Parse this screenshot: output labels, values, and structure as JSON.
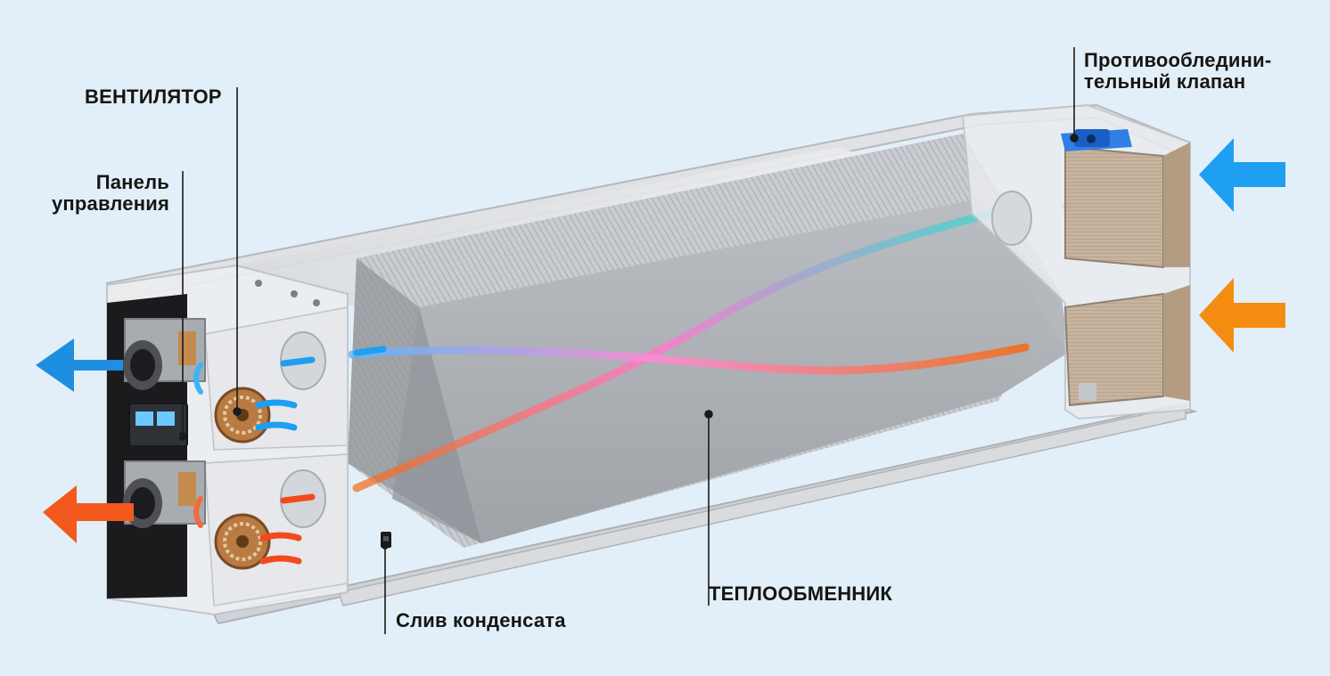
{
  "diagram": {
    "labels": {
      "fan": "ВЕНТИЛЯТОР",
      "control_panel": [
        "Панель",
        "управления"
      ],
      "anti_icing_valve": [
        "Противообледини-",
        "тельный клапан"
      ],
      "condensate_drain": "Слив конденсата",
      "heat_exchanger": "ТЕПЛООБМЕННИК"
    },
    "colors": {
      "background": "#e3eff8",
      "fresh_air": "#1e8fe0",
      "exhaust_air": "#f36b14",
      "frame": "#c9ccd0",
      "core": "#a9adb2",
      "leader": "#1a1a1a"
    },
    "icons": [
      "fan-icon",
      "arrow-icon",
      "valve-icon",
      "drain-icon"
    ]
  }
}
